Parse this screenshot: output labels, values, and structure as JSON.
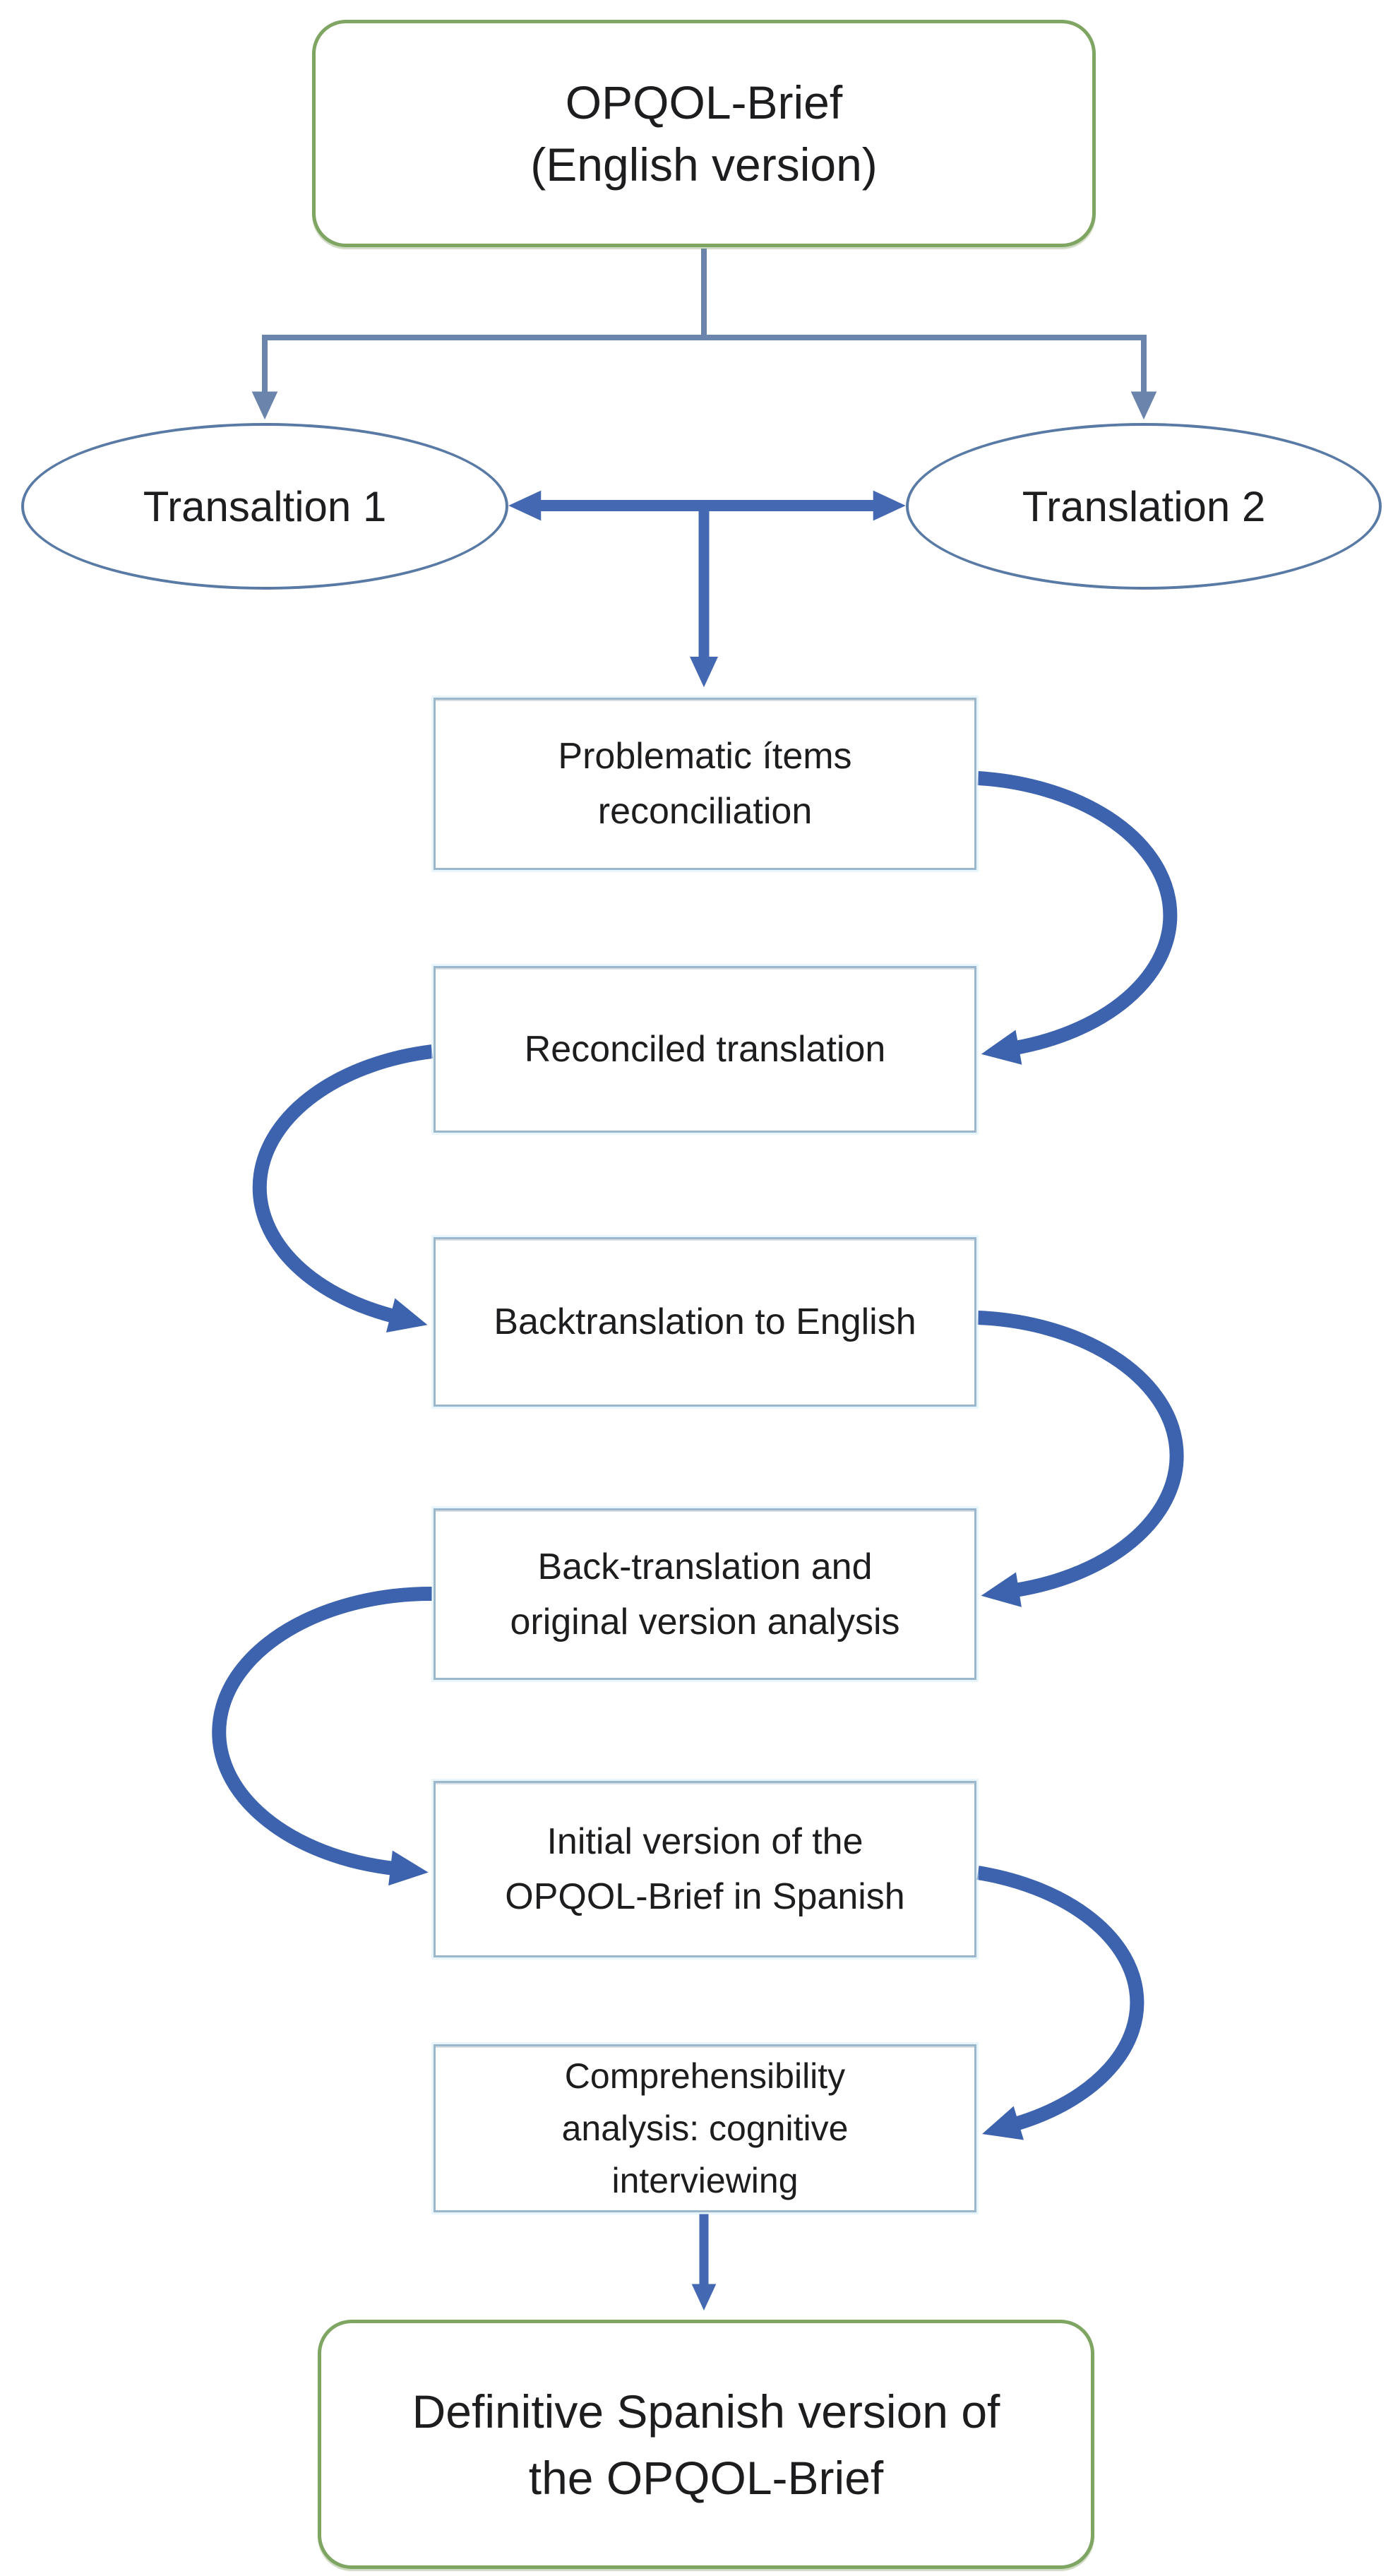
{
  "diagram_title": "OPQOL-Brief Spanish translation process flowchart",
  "nodes": {
    "start": {
      "line1": "OPQOL-Brief",
      "line2": "(English version)"
    },
    "translation1": {
      "label": "Transaltion 1"
    },
    "translation2": {
      "label": "Translation 2"
    },
    "step1": {
      "line1": "Problematic ítems",
      "line2": "reconciliation"
    },
    "step2": {
      "line1": "Reconciled translation"
    },
    "step3": {
      "line1": "Backtranslation to English"
    },
    "step4": {
      "line1": "Back-translation and",
      "line2": "original version analysis"
    },
    "step5": {
      "line1": "Initial version of the",
      "line2": "OPQOL-Brief in Spanish"
    },
    "step6": {
      "line1": "Comprehensibility",
      "line2": "analysis: cognitive",
      "line3": "interviewing"
    },
    "end": {
      "line1": "Definitive Spanish version of",
      "line2": "the OPQOL-Brief"
    }
  },
  "colors": {
    "bg": "#ffffff",
    "text": "#1d1d1f",
    "green": "#7fa562",
    "ellipse": "#5a7aa6",
    "box": "#9ab7cc",
    "conn": "#6b84ab",
    "arrow": "#4568b2",
    "curve": "#3d63ae"
  }
}
